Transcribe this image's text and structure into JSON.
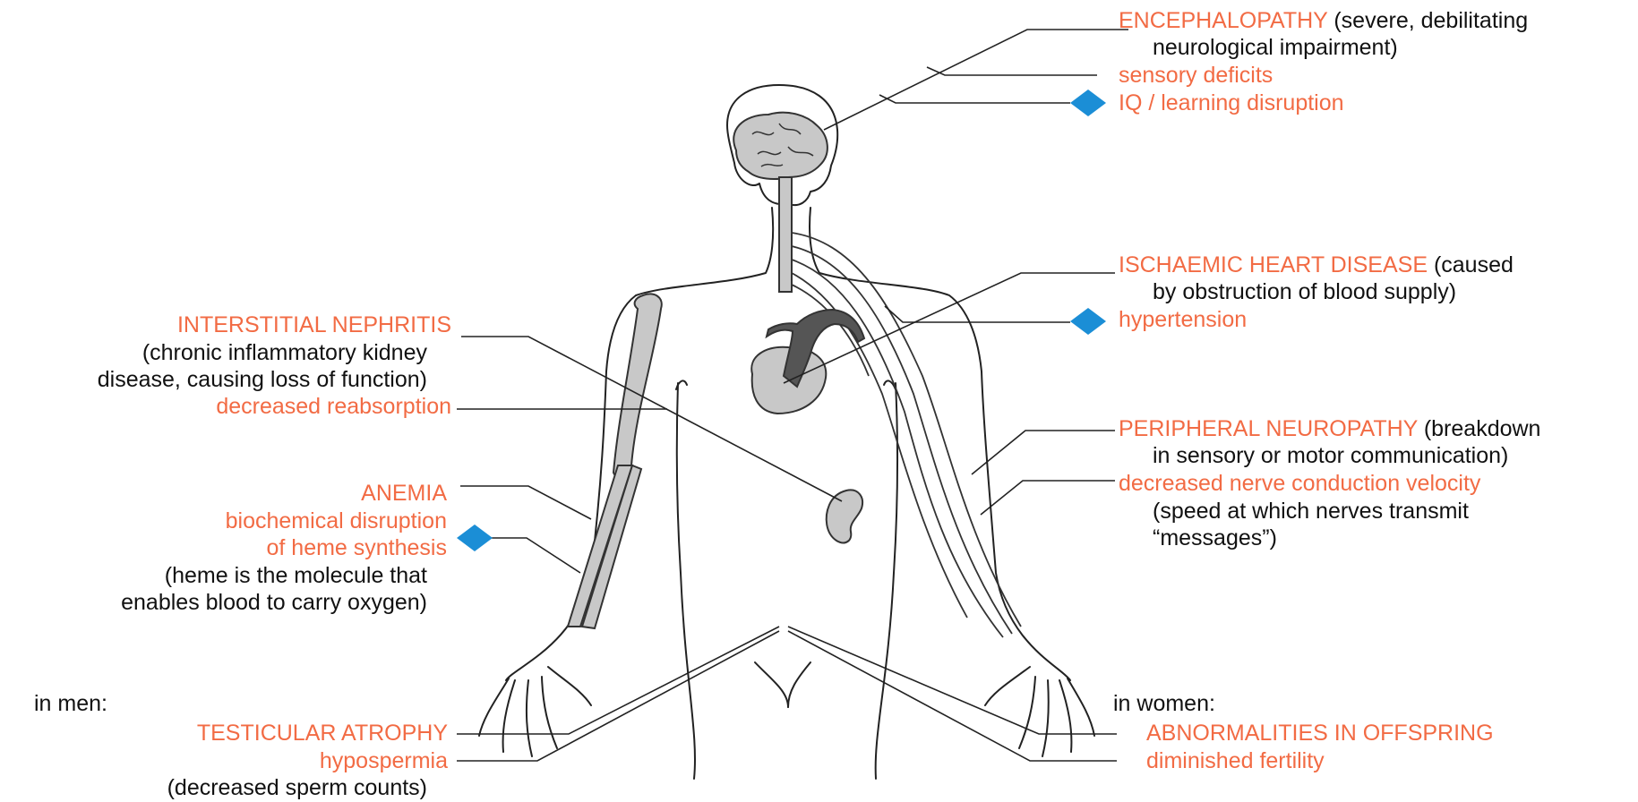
{
  "colors": {
    "accent": "#f26b44",
    "text": "#111111",
    "marker": "#1b8ed6",
    "organ": "#c8c8c8",
    "outline": "#222222"
  },
  "right_labels": {
    "encephalopathy": {
      "title": "ENCEPHALOPATHY",
      "note_a": "(severe, debilitating",
      "note_b": "neurological impairment)"
    },
    "sensory_deficits": "sensory deficits",
    "iq": "IQ / learning disruption",
    "ischaemic": {
      "title": "ISCHAEMIC HEART DISEASE",
      "note_a": "(caused",
      "note_b": "by obstruction of blood supply)"
    },
    "hypertension": "hypertension",
    "peripheral": {
      "title": "PERIPHERAL NEUROPATHY",
      "note_a": "(breakdown",
      "note_b": "in sensory or motor communication)"
    },
    "nerve_velocity": "decreased nerve conduction velocity",
    "nerve_note_a": "(speed at which nerves transmit",
    "nerve_note_b": "“messages”)",
    "women_heading": "in women:",
    "offspring": "ABNORMALITIES IN OFFSPRING",
    "fertility": "diminished fertility"
  },
  "left_labels": {
    "nephritis": "INTERSTITIAL NEPHRITIS",
    "nephritis_note_a": "(chronic inflammatory kidney",
    "nephritis_note_b": "disease, causing loss of function)",
    "reabsorption": "decreased reabsorption",
    "anemia": "ANEMIA",
    "heme_a": "biochemical disruption",
    "heme_b": "of heme synthesis",
    "heme_note_a": "(heme is the molecule that",
    "heme_note_b": "enables blood to carry oxygen)",
    "men_heading": "in men:",
    "testicular": "TESTICULAR ATROPHY",
    "hypospermia": "hypospermia",
    "sperm_note": "(decreased sperm counts)"
  },
  "markers": [
    {
      "name": "iq-marker-diamond",
      "icon": "diamond"
    },
    {
      "name": "hypertension-marker-diamond",
      "icon": "diamond"
    },
    {
      "name": "heme-marker-diamond",
      "icon": "diamond"
    }
  ]
}
